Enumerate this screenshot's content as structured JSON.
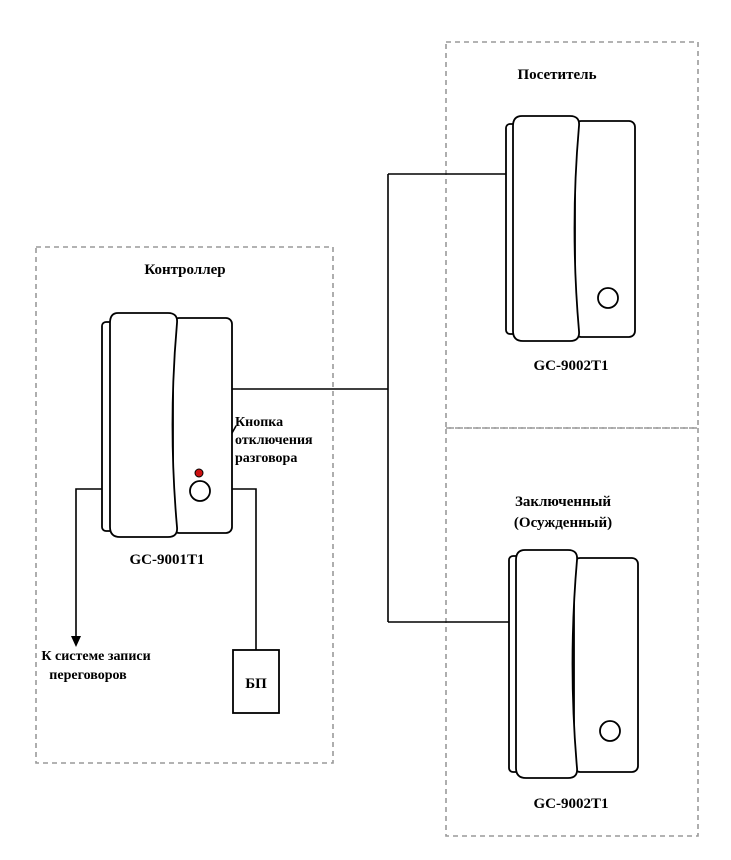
{
  "zones": {
    "controller": "Контроллер",
    "visitor": "Посетитель",
    "prisoner_line1": "Заключенный",
    "prisoner_line2": "(Осужденный)"
  },
  "devices": {
    "master": "GC-9001T1",
    "visitor_station": "GC-9002T1",
    "prisoner_station": "GC-9002T1"
  },
  "callouts": {
    "button_line1": "Кнопка",
    "button_line2": "отключения",
    "button_line3": "разговора"
  },
  "recording": {
    "line1": "К системе записи",
    "line2": "переговоров"
  },
  "power": {
    "label": "БП"
  },
  "colors": {
    "line": "#000000",
    "zone_border": "#9a9a9a",
    "led": "#cc1010"
  }
}
